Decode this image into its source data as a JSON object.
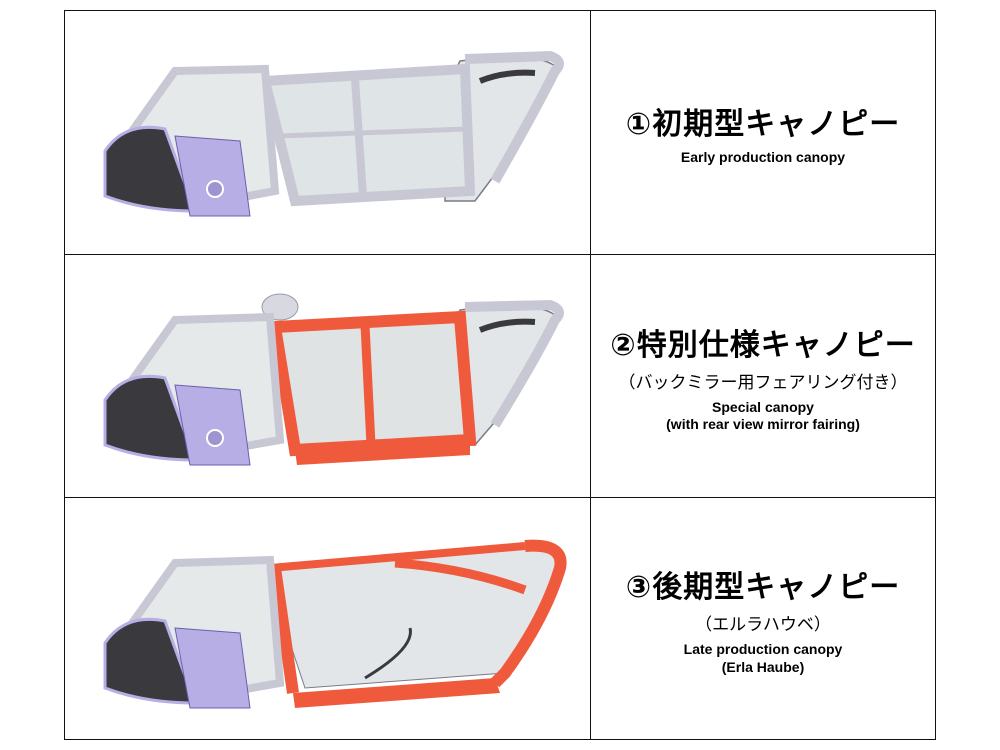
{
  "rows": [
    {
      "title": "①初期型キャノピー",
      "subtitle_jp": "",
      "en_line1": "Early production canopy",
      "en_line2": "",
      "image_label": "early-canopy",
      "highlight": "none"
    },
    {
      "title": "②特別仕様キャノピー",
      "subtitle_jp": "（バックミラー用フェアリング付き）",
      "en_line1": "Special canopy",
      "en_line2": "(with rear view mirror fairing)",
      "image_label": "special-canopy",
      "highlight": "middle-frame"
    },
    {
      "title": "③後期型キャノピー",
      "subtitle_jp": "（エルラハウベ）",
      "en_line1": "Late production canopy",
      "en_line2": "(Erla Haube)",
      "image_label": "late-canopy",
      "highlight": "rear-frame"
    }
  ],
  "colors": {
    "frame_grey": "#c8c8d4",
    "frame_lilac": "#b8aee6",
    "highlight_red": "#f05a3c",
    "glass": "#dfe4e6",
    "dark": "#3a3a3e"
  }
}
